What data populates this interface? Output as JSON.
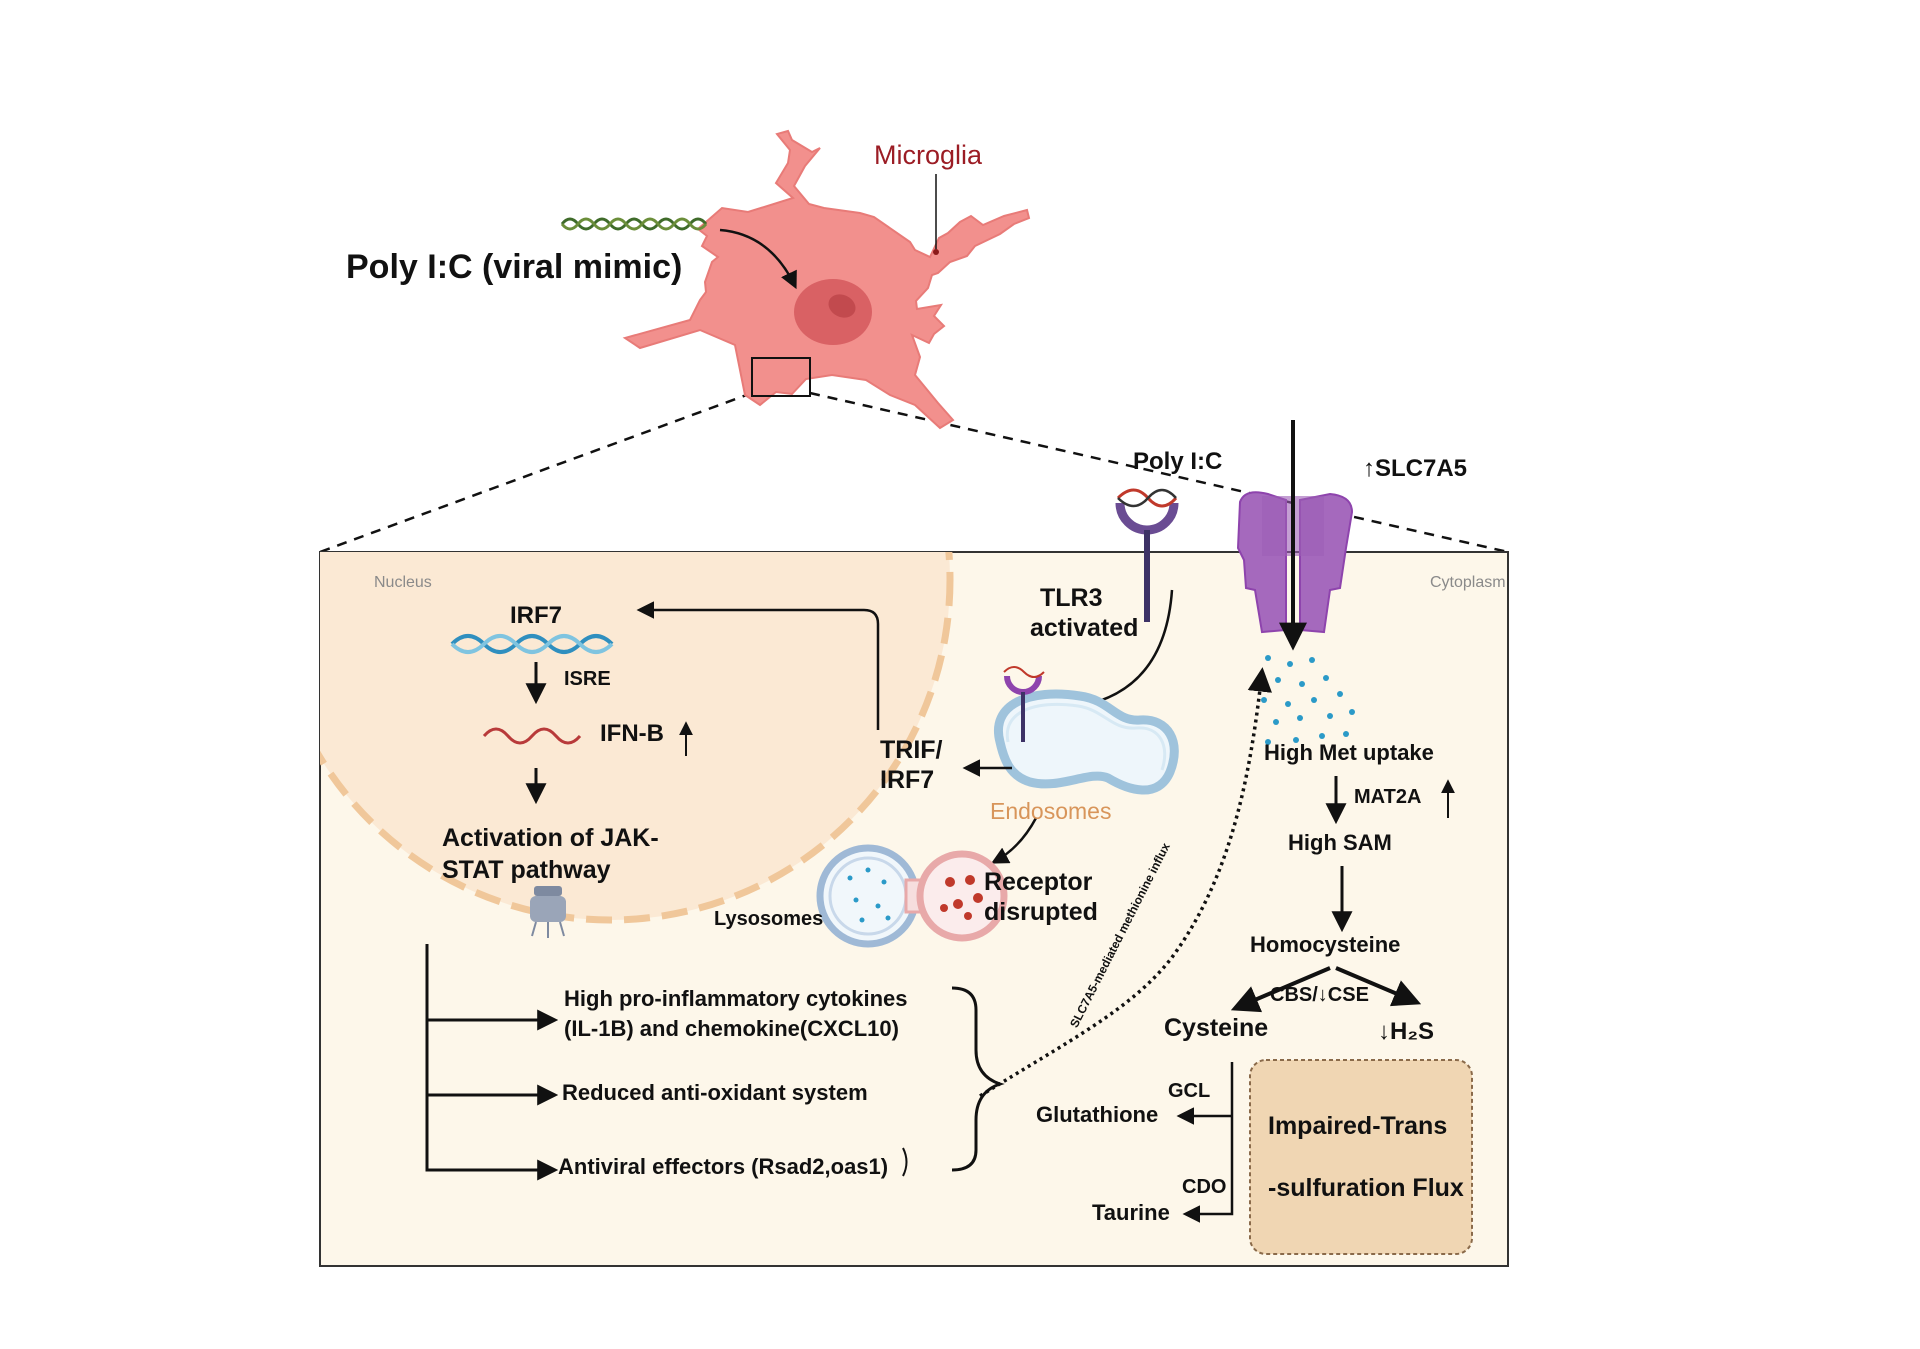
{
  "colors": {
    "microglia_body": "#f2908d",
    "microglia_nucleus": "#d96164",
    "cell_panel": "#fdf7ea",
    "nucleus_region": "#fbe9d4",
    "transporter": "#a569bd",
    "impaired_box": "#f0d6b3",
    "dna_blue": "#2f8fbf",
    "mrna_red": "#b83a3a",
    "tlr3_purple": "#6a4c93"
  },
  "labels": {
    "title": "Poly I:C (viral mimic)",
    "microglia": "Microglia",
    "polyic": "Poly I:C",
    "slc7a5": "↑SLC7A5",
    "nucleus": "Nucleus",
    "cytoplasm": "Cytoplasm",
    "irf7": "IRF7",
    "isre": "ISRE",
    "ifnb": "IFN-B",
    "jakstat_1": "Activation of JAK-",
    "jakstat_2": "STAT pathway",
    "tlr3_1": "TLR3",
    "tlr3_2": "activated",
    "trif_1": "TRIF/",
    "trif_2": "IRF7",
    "endosomes": "Endosomes",
    "receptor_1": "Receptor",
    "receptor_2": "disrupted",
    "lysosomes": "Lysosomes",
    "met_uptake": "High Met uptake",
    "mat2a": "MAT2A",
    "high_sam": "High SAM",
    "homocysteine": "Homocysteine",
    "cbs_cse": "CBS/↓CSE",
    "cysteine": "Cysteine",
    "h2s": "↓H₂S",
    "gcl": "GCL",
    "glutathione": "Glutathione",
    "cdo": "CDO",
    "taurine": "Taurine",
    "cytokines_1": "High pro-inflammatory cytokines",
    "cytokines_2": "(IL-1B) and chemokine(CXCL10)",
    "antioxidant": "Reduced anti-oxidant system",
    "antiviral": "Antiviral effectors (Rsad2,oas1)",
    "influx": "SLC7A5-mediated methionine influx",
    "impaired_1": "Impaired-Trans",
    "impaired_2": "-sulfuration Flux"
  }
}
